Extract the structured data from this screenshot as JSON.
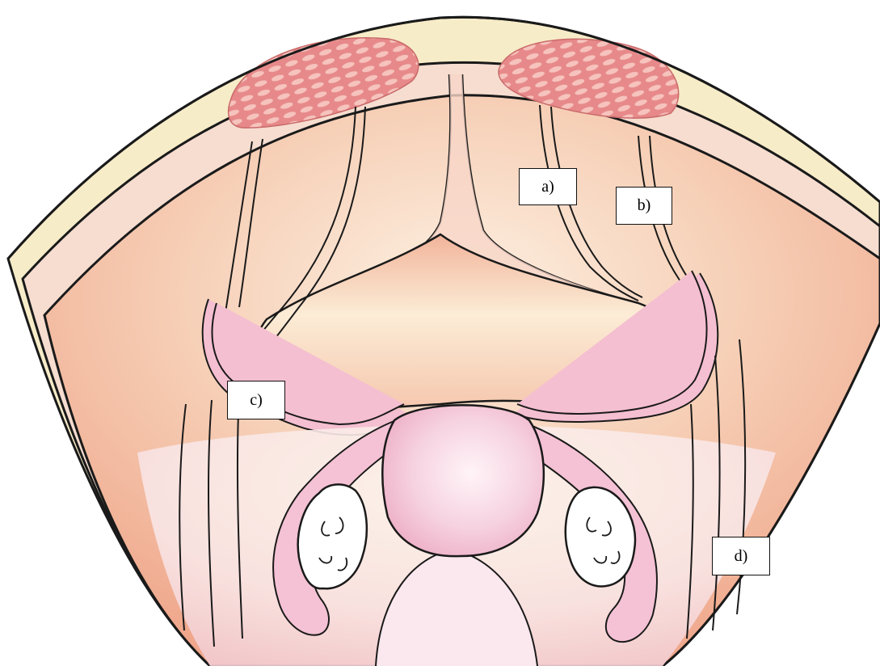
{
  "labels": {
    "a": "a)",
    "b": "b)",
    "c": "c)",
    "d": "d)"
  },
  "colors": {
    "outline": "#1a1a1a",
    "skin_layer": "#f7ecc8",
    "fascia_layer": "#f6ddd0",
    "cavity_wall": "#f1b79a",
    "peritoneum": "#f5d5c4",
    "muscle": "#e58a88",
    "muscle_fibre": "#f6c3bd",
    "uterus": "#f3c6d6",
    "ovary": "#ffffff",
    "ligament": "#f4bfd0"
  }
}
